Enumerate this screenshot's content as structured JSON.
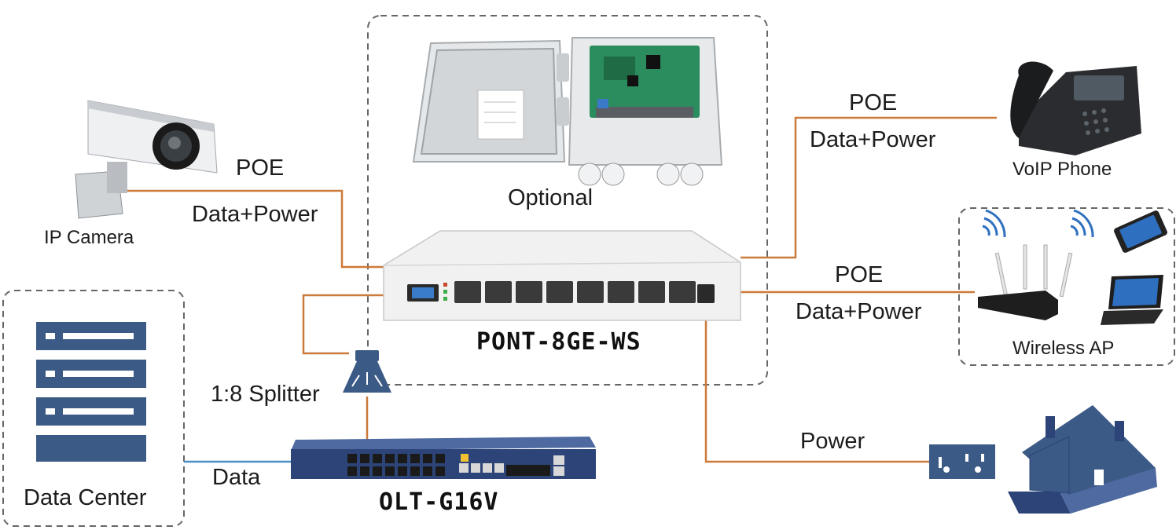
{
  "devices": {
    "onu_model": "PONT-8GE-WS",
    "olt_model": "OLT-G16V",
    "optional_label": "Optional",
    "ip_camera": "IP Camera",
    "voip_phone": "VoIP Phone",
    "wireless_ap": "Wireless AP",
    "data_center": "Data Center",
    "splitter": "1:8 Splitter"
  },
  "links": {
    "camera_poe": "POE",
    "camera_data_power": "Data+Power",
    "phone_poe": "POE",
    "phone_data_power": "Data+Power",
    "ap_poe": "POE",
    "ap_data_power": "Data+Power",
    "power": "Power",
    "data": "Data"
  },
  "colors": {
    "poe_link": "#cc7a3a",
    "data_link": "#4a8fc4",
    "icon_blue": "#3c5a86",
    "dashed_border": "#666666"
  }
}
